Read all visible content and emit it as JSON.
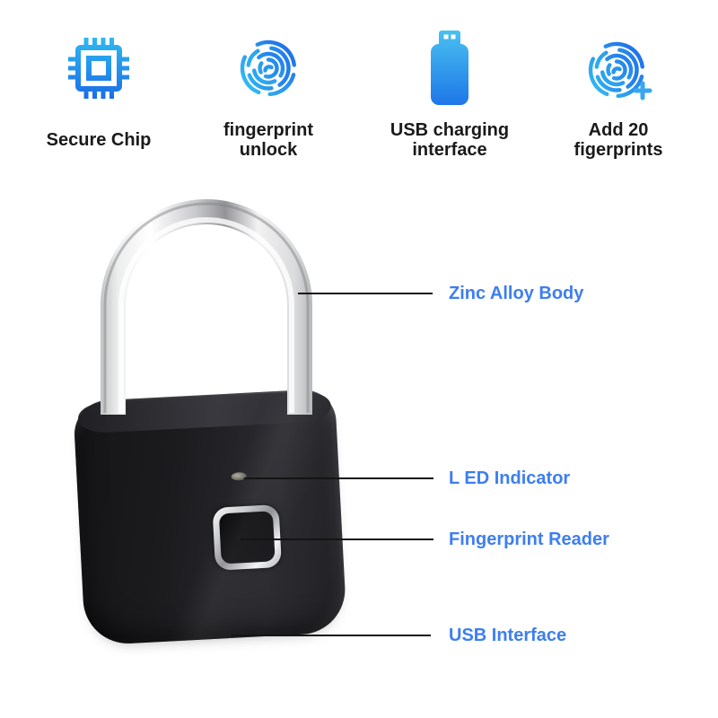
{
  "features": [
    {
      "icon": "chip-icon",
      "lines": [
        "Secure Chip",
        ""
      ]
    },
    {
      "icon": "fingerprint-icon",
      "lines": [
        "fingerprint",
        "unlock"
      ]
    },
    {
      "icon": "usb-icon",
      "lines": [
        "USB charging",
        "interface"
      ]
    },
    {
      "icon": "fingerprint-add-icon",
      "lines": [
        "Add 20",
        "figerprints"
      ]
    }
  ],
  "callouts": [
    {
      "label": "Zinc Alloy Body"
    },
    {
      "label": "L ED Indicator"
    },
    {
      "label": "Fingerprint Reader"
    },
    {
      "label": "USB Interface"
    }
  ],
  "colors": {
    "accent_blue_label": "#3D7EF0",
    "icon_gradient_top": "#2FBCF2",
    "icon_gradient_bottom": "#1A6BE6",
    "feature_text": "#1A1A1A",
    "callout_line": "#141414",
    "lock_body": "#1B1B1E",
    "shackle_chrome": "#E8E9EB",
    "background": "#FFFFFF"
  }
}
